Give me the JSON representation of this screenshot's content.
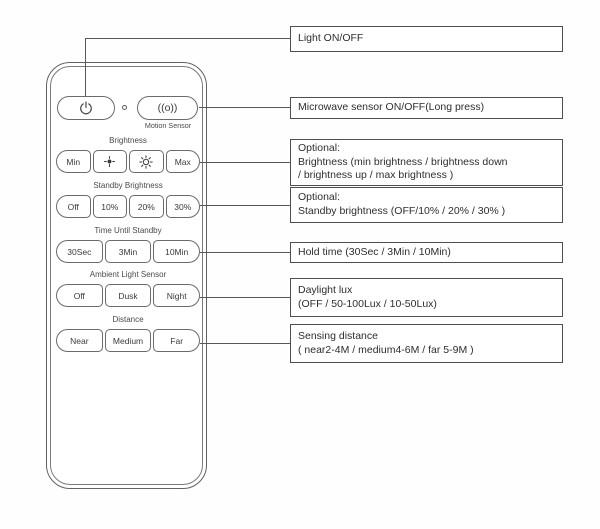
{
  "remote": {
    "motion": {
      "icon_text": "((o))",
      "label": "Motion Sensor"
    },
    "sections": [
      {
        "label": "Brightness",
        "buttons": [
          "Min",
          "",
          "",
          "Max"
        ]
      },
      {
        "label": "Standby Brightness",
        "buttons": [
          "Off",
          "10%",
          "20%",
          "30%"
        ]
      },
      {
        "label": "Time Until Standby",
        "buttons": [
          "30Sec",
          "3Min",
          "10Min"
        ]
      },
      {
        "label": "Ambient Light Sensor",
        "buttons": [
          "Off",
          "Dusk",
          "Night"
        ]
      },
      {
        "label": "Distance",
        "buttons": [
          "Near",
          "Medium",
          "Far"
        ]
      }
    ]
  },
  "callouts": [
    {
      "lines": [
        "Light ON/OFF"
      ]
    },
    {
      "lines": [
        "Microwave sensor ON/OFF(Long press)"
      ]
    },
    {
      "lines": [
        "Optional:",
        "Brightness (min brightness / brightness down",
        "/ brightness up / max brightness )"
      ]
    },
    {
      "lines": [
        "Optional:",
        "Standby brightness (OFF/10% / 20% / 30% )"
      ]
    },
    {
      "lines": [
        "Hold time (30Sec / 3Min / 10Min)"
      ]
    },
    {
      "lines": [
        "Daylight lux",
        "(OFF / 50-100Lux / 10-50Lux)"
      ]
    },
    {
      "lines": [
        "Sensing distance",
        "( near2-4M / medium4-6M / far 5-9M )"
      ]
    }
  ],
  "colors": {
    "line": "#585858",
    "border": "#616161",
    "text": "#2e2e2e"
  }
}
